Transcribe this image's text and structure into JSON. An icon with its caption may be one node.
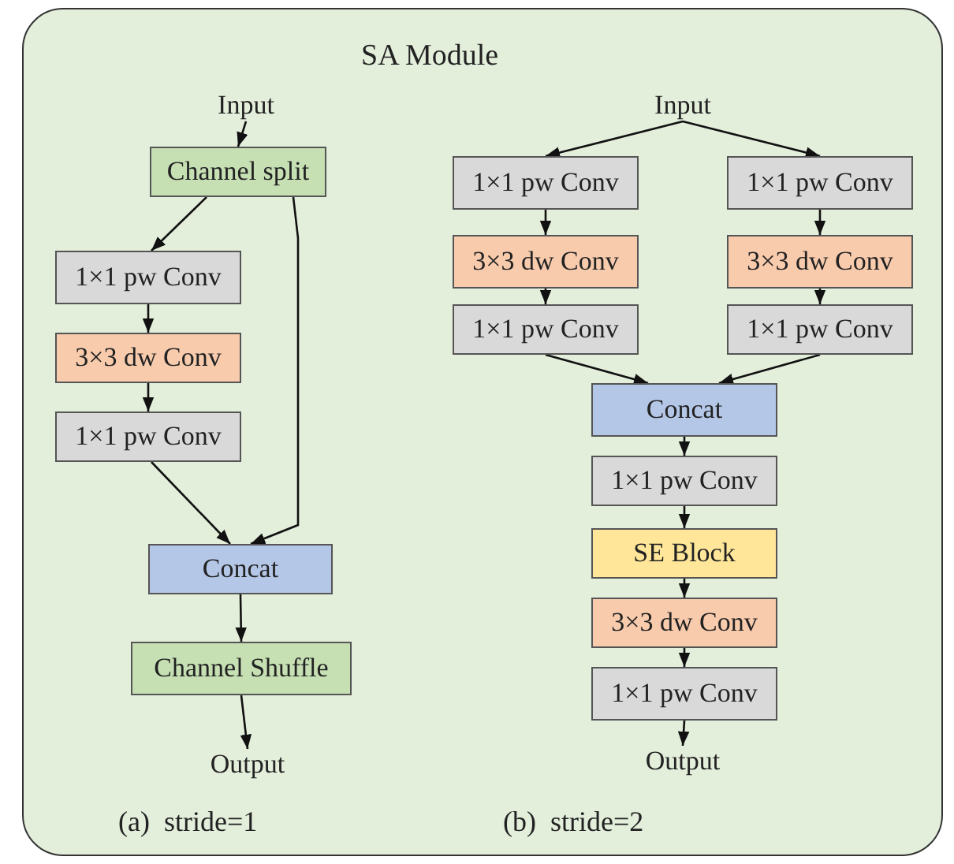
{
  "diagram": {
    "nodes": [
      {
        "text": [
          "SA Module"
        ]
      },
      {
        "text": [
          "Input"
        ],
        "in": 0
      },
      {
        "text": [
          "Channel split"
        ],
        "in": 0
      },
      {
        "text": [
          "1×1 pw Conv"
        ],
        "in": 0
      },
      {
        "text": [
          "3×3 dw Conv"
        ],
        "in": 0
      },
      {
        "text": [
          "1×1 pw Conv"
        ],
        "in": 0
      },
      {
        "text": [
          "Concat"
        ],
        "in": 0
      },
      {
        "text": [
          "Channel Shuffle"
        ],
        "in": 0
      },
      {
        "text": [
          "Output"
        ],
        "in": 0
      },
      {
        "text": [
          "Input"
        ],
        "in": 0
      },
      {
        "text": [
          "1×1 pw Conv"
        ],
        "in": 0
      },
      {
        "text": [
          "3×3 dw Conv"
        ],
        "in": 0
      },
      {
        "text": [
          "1×1 pw Conv"
        ],
        "in": 0
      },
      {
        "text": [
          "1×1 pw Conv"
        ],
        "in": 0
      },
      {
        "text": [
          "3×3 dw Conv"
        ],
        "in": 0
      },
      {
        "text": [
          "1×1 pw Conv"
        ],
        "in": 0
      },
      {
        "text": [
          "Concat"
        ],
        "in": 0
      },
      {
        "text": [
          "1×1 pw Conv"
        ],
        "in": 0
      },
      {
        "text": [
          "SE Block"
        ],
        "in": 0
      },
      {
        "text": [
          "3×3 dw Conv"
        ],
        "in": 0
      },
      {
        "text": [
          "1×1 pw Conv"
        ],
        "in": 0
      },
      {
        "text": [
          "Output"
        ],
        "in": 0
      }
    ],
    "edges": [
      {
        "from": 1,
        "to": 2,
        "arrow": "to"
      },
      {
        "from": 2,
        "to": 3,
        "arrow": "to"
      },
      {
        "from": 2,
        "to": 6,
        "arrow": "to"
      },
      {
        "from": 3,
        "to": 4,
        "arrow": "to"
      },
      {
        "from": 4,
        "to": 5,
        "arrow": "to"
      },
      {
        "from": 5,
        "to": 6,
        "arrow": "to"
      },
      {
        "from": 6,
        "to": 7,
        "arrow": "to"
      },
      {
        "from": 7,
        "to": 8,
        "arrow": "to"
      },
      {
        "from": 9,
        "to": 10,
        "arrow": "to"
      },
      {
        "from": 9,
        "to": 13,
        "arrow": "to"
      },
      {
        "from": 10,
        "to": 11,
        "arrow": "to"
      },
      {
        "from": 11,
        "to": 12,
        "arrow": "to"
      },
      {
        "from": 13,
        "to": 14,
        "arrow": "to"
      },
      {
        "from": 14,
        "to": 15,
        "arrow": "to"
      },
      {
        "from": 12,
        "to": 16,
        "arrow": "to"
      },
      {
        "from": 15,
        "to": 16,
        "arrow": "to"
      },
      {
        "from": 16,
        "to": 17,
        "arrow": "to"
      },
      {
        "from": 17,
        "to": 18,
        "arrow": "to"
      },
      {
        "from": 18,
        "to": 19,
        "arrow": "to"
      },
      {
        "from": 19,
        "to": 20,
        "arrow": "to"
      },
      {
        "from": 20,
        "to": 21,
        "arrow": "to"
      }
    ],
    "labels": [
      "(a)  stride=1",
      "(b)  stride=2"
    ]
  }
}
